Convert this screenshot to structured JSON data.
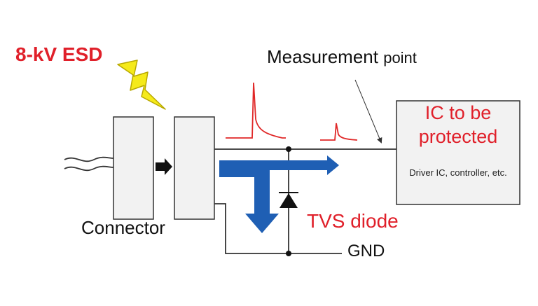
{
  "diagram": {
    "esd_label": "8-kV ESD",
    "measurement_label": "Measurement",
    "measurement_label_point": "point",
    "ic_title": "IC to be protected",
    "ic_subtitle": "Driver IC, controller, etc.",
    "connector_label": "Connector",
    "tvs_label": "TVS diode",
    "gnd_label": "GND"
  },
  "colors": {
    "accent_red": "#e0202a",
    "flow_blue": "#1f5fb4",
    "lightning_yellow": "#f5ea1a",
    "box_fill": "#f2f2f2",
    "line": "#333333"
  },
  "icons": {
    "lightning": "lightning-bolt-icon",
    "connector_arrow": "arrow-right-icon",
    "tvs": "diode-symbol-icon"
  }
}
